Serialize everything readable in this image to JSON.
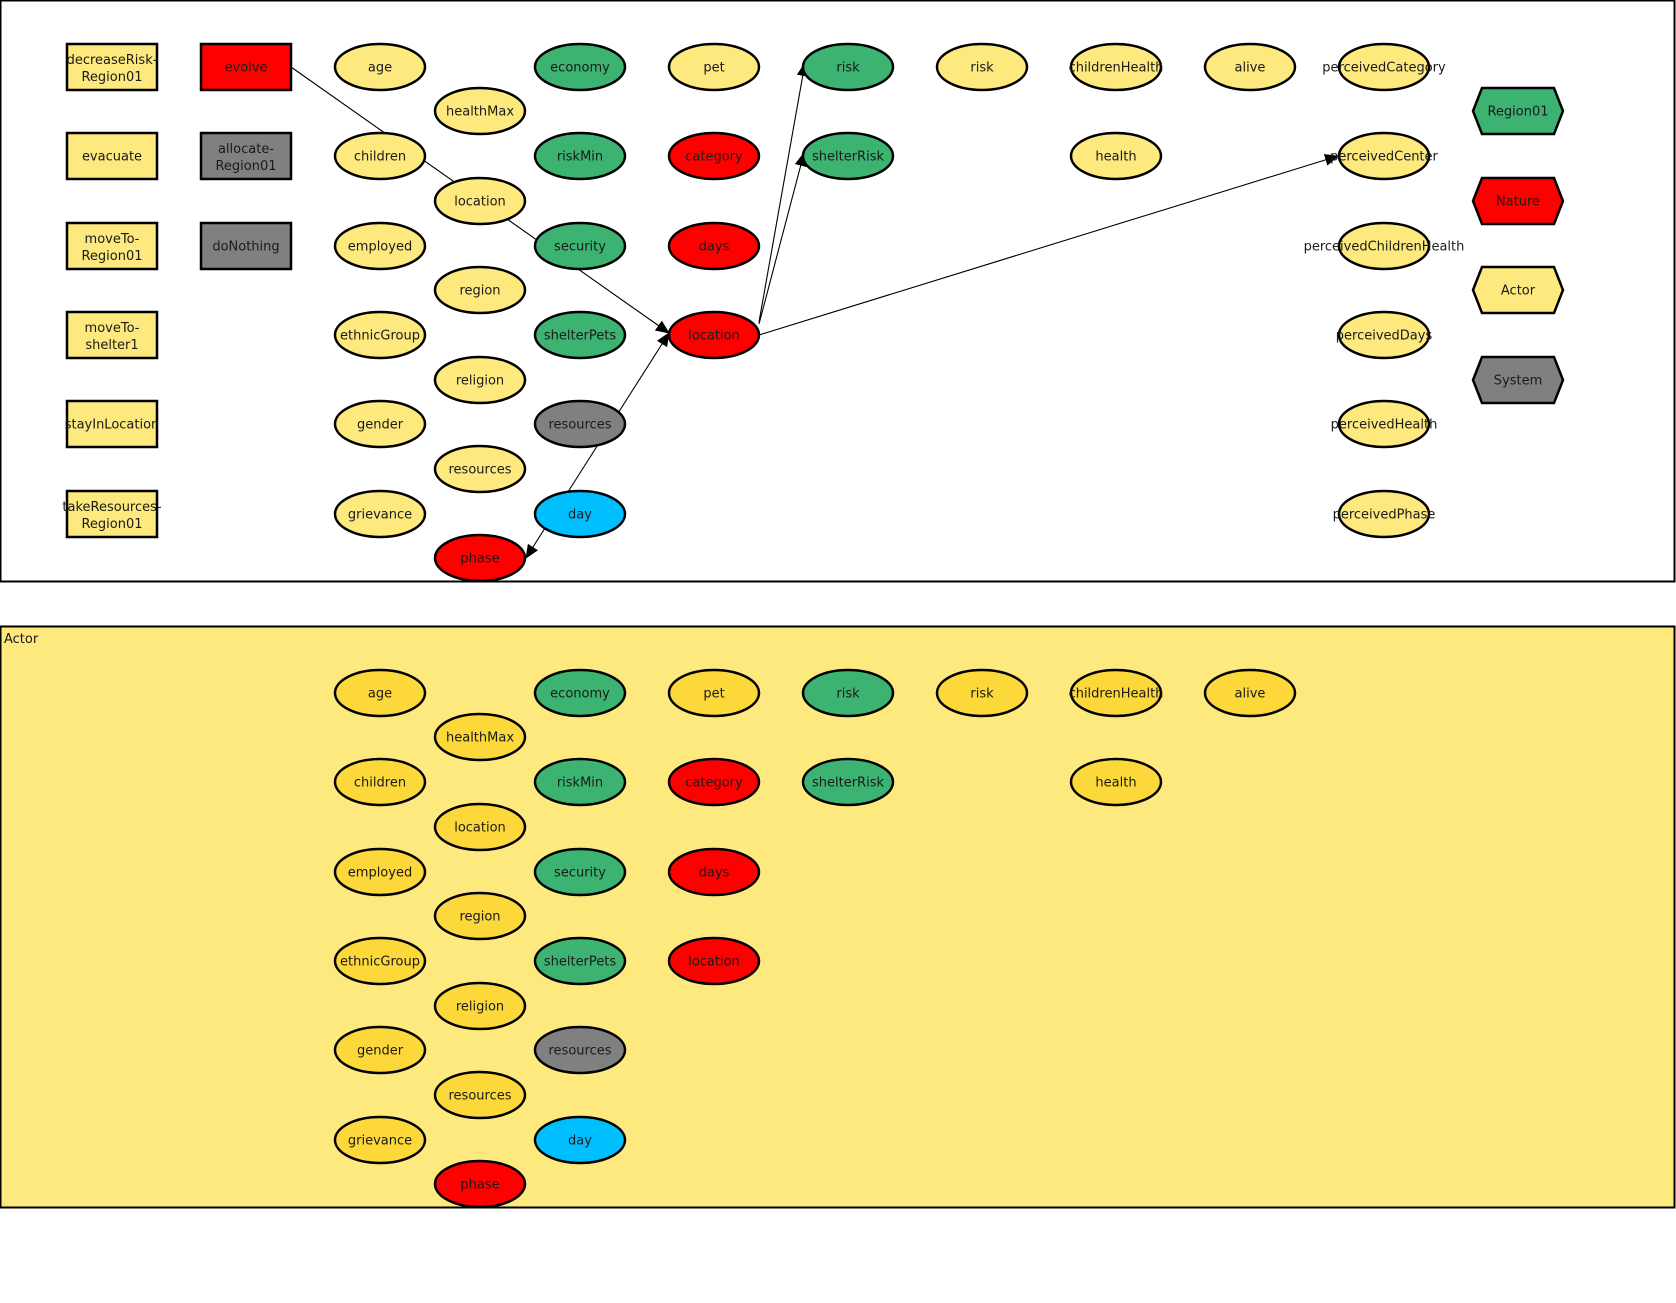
{
  "colors": {
    "yellow_light": "#fde97e",
    "yellow_strong": "#fcd83a",
    "green": "#3cb371",
    "red": "#ff0000",
    "gray": "#808080",
    "blue": "#00bfff",
    "panel_bg": "#fde97e"
  },
  "top": {
    "actions": [
      {
        "lines": [
          "decreaseRisk-",
          "Region01"
        ],
        "color": "yellow_light"
      },
      {
        "lines": [
          "evacuate"
        ],
        "color": "yellow_light"
      },
      {
        "lines": [
          "moveTo-",
          "Region01"
        ],
        "color": "yellow_light"
      },
      {
        "lines": [
          "moveTo-",
          "shelter1"
        ],
        "color": "yellow_light"
      },
      {
        "lines": [
          "stayInLocation"
        ],
        "color": "yellow_light"
      },
      {
        "lines": [
          "takeResources-",
          "Region01"
        ],
        "color": "yellow_light"
      },
      {
        "lines": [
          "evolve"
        ],
        "color": "red"
      },
      {
        "lines": [
          "allocate-",
          "Region01"
        ],
        "color": "gray"
      },
      {
        "lines": [
          "doNothing"
        ],
        "color": "gray"
      }
    ],
    "state": [
      {
        "label": "age",
        "color": "yellow_light"
      },
      {
        "label": "children",
        "color": "yellow_light"
      },
      {
        "label": "employed",
        "color": "yellow_light"
      },
      {
        "label": "ethnicGroup",
        "color": "yellow_light"
      },
      {
        "label": "gender",
        "color": "yellow_light"
      },
      {
        "label": "grievance",
        "color": "yellow_light"
      },
      {
        "label": "healthMax",
        "color": "yellow_light"
      },
      {
        "label": "location",
        "color": "yellow_light"
      },
      {
        "label": "region",
        "color": "yellow_light"
      },
      {
        "label": "religion",
        "color": "yellow_light"
      },
      {
        "label": "resources",
        "color": "yellow_light"
      },
      {
        "label": "phase",
        "color": "red"
      },
      {
        "label": "economy",
        "color": "green"
      },
      {
        "label": "riskMin",
        "color": "green"
      },
      {
        "label": "security",
        "color": "green"
      },
      {
        "label": "shelterPets",
        "color": "green"
      },
      {
        "label": "resources",
        "color": "gray"
      },
      {
        "label": "day",
        "color": "blue"
      },
      {
        "label": "pet",
        "color": "yellow_light"
      },
      {
        "label": "category",
        "color": "red"
      },
      {
        "label": "days",
        "color": "red"
      },
      {
        "label": "location",
        "color": "red"
      },
      {
        "label": "risk",
        "color": "green"
      },
      {
        "label": "shelterRisk",
        "color": "green"
      },
      {
        "label": "risk",
        "color": "yellow_light"
      },
      {
        "label": "childrenHealth",
        "color": "yellow_light"
      },
      {
        "label": "health",
        "color": "yellow_light"
      },
      {
        "label": "alive",
        "color": "yellow_light"
      }
    ],
    "observations": [
      {
        "label": "perceivedCategory",
        "color": "yellow_light"
      },
      {
        "label": "perceivedCenter",
        "color": "yellow_light"
      },
      {
        "label": "perceivedChildrenHealth",
        "color": "yellow_light"
      },
      {
        "label": "perceivedDays",
        "color": "yellow_light"
      },
      {
        "label": "perceivedHealth",
        "color": "yellow_light"
      },
      {
        "label": "perceivedPhase",
        "color": "yellow_light"
      }
    ],
    "agents": [
      {
        "label": "Region01",
        "color": "green"
      },
      {
        "label": "Nature",
        "color": "red"
      },
      {
        "label": "Actor",
        "color": "yellow_light"
      },
      {
        "label": "System",
        "color": "gray"
      }
    ]
  },
  "bottom": {
    "title": "Actor",
    "state": [
      {
        "label": "age",
        "color": "yellow_strong"
      },
      {
        "label": "children",
        "color": "yellow_strong"
      },
      {
        "label": "employed",
        "color": "yellow_strong"
      },
      {
        "label": "ethnicGroup",
        "color": "yellow_strong"
      },
      {
        "label": "gender",
        "color": "yellow_strong"
      },
      {
        "label": "grievance",
        "color": "yellow_strong"
      },
      {
        "label": "healthMax",
        "color": "yellow_strong"
      },
      {
        "label": "location",
        "color": "yellow_strong"
      },
      {
        "label": "region",
        "color": "yellow_strong"
      },
      {
        "label": "religion",
        "color": "yellow_strong"
      },
      {
        "label": "resources",
        "color": "yellow_strong"
      },
      {
        "label": "phase",
        "color": "red"
      },
      {
        "label": "economy",
        "color": "green"
      },
      {
        "label": "riskMin",
        "color": "green"
      },
      {
        "label": "security",
        "color": "green"
      },
      {
        "label": "shelterPets",
        "color": "green"
      },
      {
        "label": "resources",
        "color": "gray"
      },
      {
        "label": "day",
        "color": "blue"
      },
      {
        "label": "pet",
        "color": "yellow_strong"
      },
      {
        "label": "category",
        "color": "red"
      },
      {
        "label": "days",
        "color": "red"
      },
      {
        "label": "location",
        "color": "red"
      },
      {
        "label": "risk",
        "color": "green"
      },
      {
        "label": "shelterRisk",
        "color": "green"
      },
      {
        "label": "risk",
        "color": "yellow_strong"
      },
      {
        "label": "childrenHealth",
        "color": "yellow_strong"
      },
      {
        "label": "health",
        "color": "yellow_strong"
      },
      {
        "label": "alive",
        "color": "yellow_strong"
      }
    ]
  }
}
